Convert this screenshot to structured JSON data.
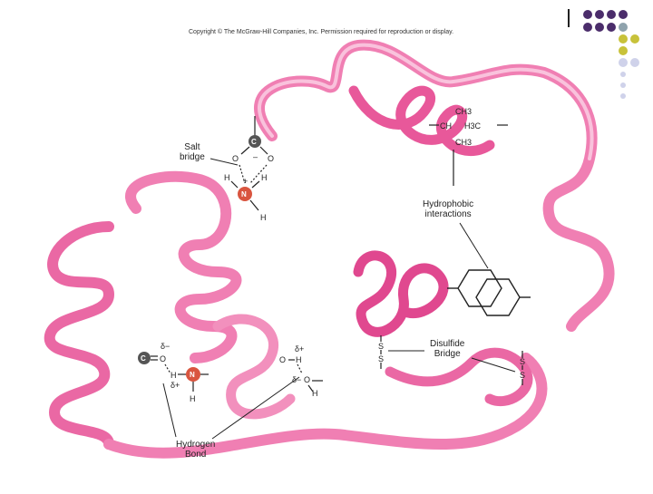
{
  "copyright": "Copyright © The McGraw-Hill Companies, Inc. Permission required for reproduction or display.",
  "labels": {
    "salt_bridge": [
      "Salt",
      "bridge"
    ],
    "hydrophobic": [
      "Hydrophobic",
      "interactions"
    ],
    "disulfide": [
      "Disulfide",
      "Bridge"
    ],
    "hydrogen": [
      "Hydrogen",
      "Bond"
    ]
  },
  "chem": {
    "ch3_top": "CH3",
    "ch": "CH",
    "h3c": "H3C",
    "ch3_bottom": "CH3",
    "carbon": "C",
    "nitrogen": "N",
    "oxygen": "O",
    "hydrogen": "H",
    "sulfur": "S",
    "minus": "–",
    "plus": "+",
    "delta_minus": "δ−",
    "delta_plus": "δ+"
  },
  "colors": {
    "ribbon": "#f07fb3",
    "ribbon_light": "#f9c2dc",
    "ribbon_dark": "#e0488f",
    "atom_c": "#555555",
    "atom_n": "#d9553f",
    "deco_purple": "#4b2d6b",
    "deco_olive": "#c8c23a",
    "deco_lavender": "#cfd2ea"
  }
}
